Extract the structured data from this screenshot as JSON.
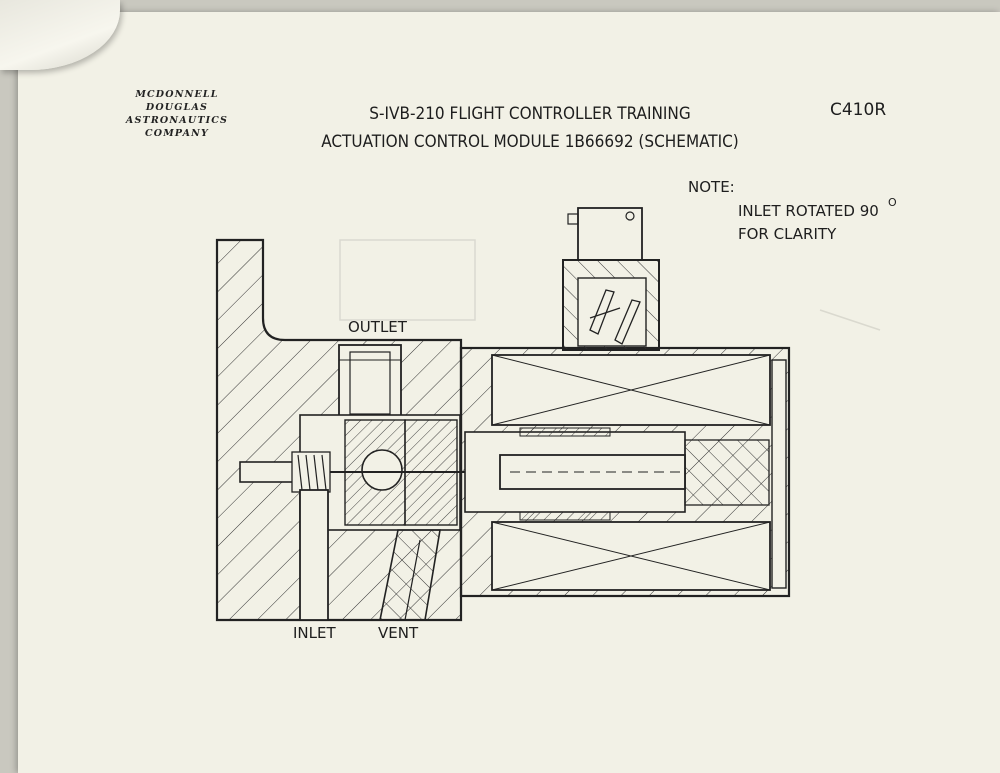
{
  "company_logo": [
    "MCDONNELL",
    "DOUGLAS",
    "ASTRONAUTICS",
    "COMPANY"
  ],
  "title_line1": "S-IVB-210 FLIGHT CONTROLLER TRAINING",
  "title_line2": "ACTUATION CONTROL MODULE 1B66692 (SCHEMATIC)",
  "doc_code": "C410R",
  "note": {
    "heading": "NOTE:",
    "line1": "INLET ROTATED 90",
    "superscript": "O",
    "line2": "FOR CLARITY"
  },
  "labels": {
    "outlet": "OUTLET",
    "inlet": "INLET",
    "vent": "VENT"
  }
}
